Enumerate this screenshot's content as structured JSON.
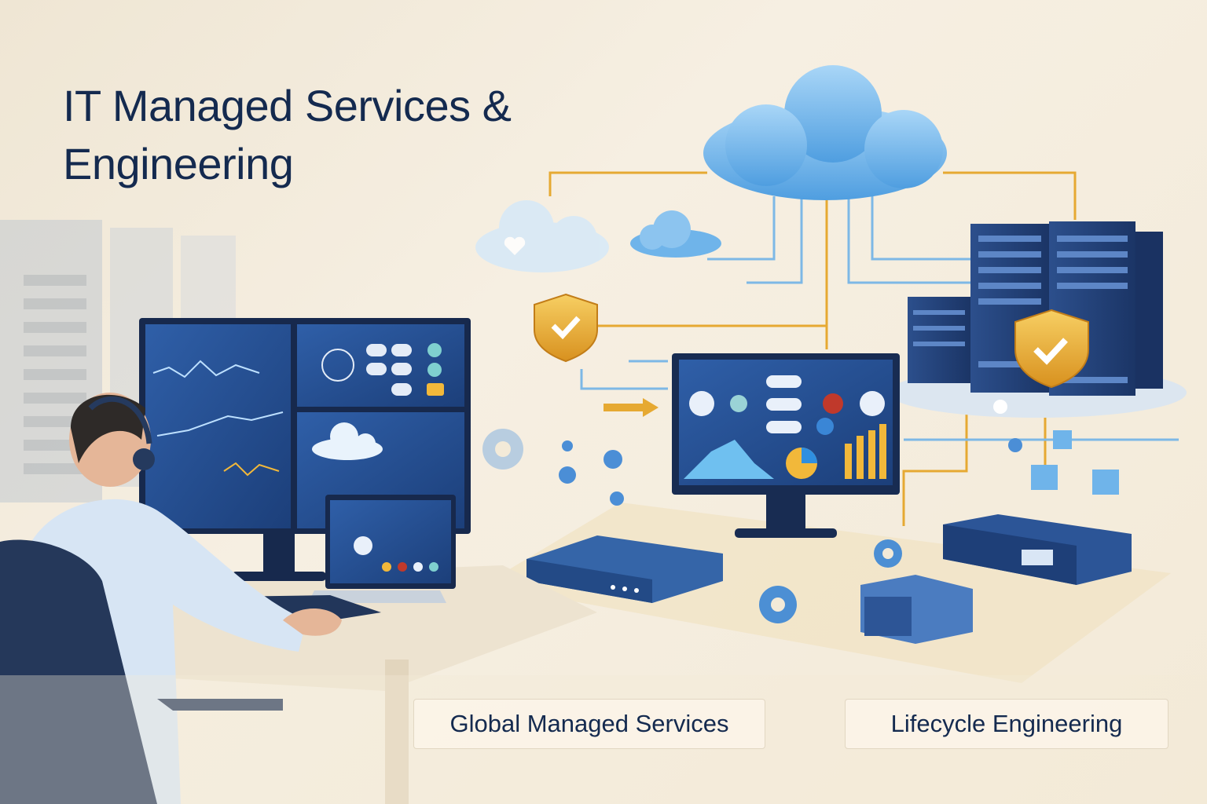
{
  "title": {
    "line1": "IT Managed Services &",
    "line2": "Engineering"
  },
  "labels": {
    "global_managed_services": "Global Managed Services",
    "lifecycle_engineering": "Lifecycle Engineering"
  },
  "colors": {
    "navy": "#142a4f",
    "accent_blue": "#3b78c4",
    "cloud_blue": "#6fb4ea",
    "gold": "#e6a932",
    "background": "#f3ead8"
  }
}
